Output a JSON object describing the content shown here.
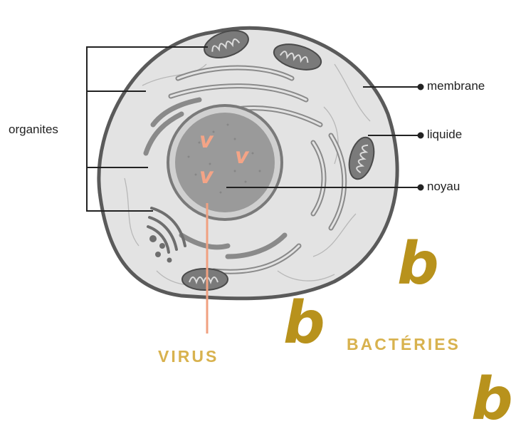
{
  "labels": {
    "organites": "organites",
    "membrane": "membrane",
    "liquide": "liquide",
    "noyau": "noyau",
    "virus": "VIRUS",
    "bacteries": "BACTÉRIES"
  },
  "markers": {
    "virus_letter": "v",
    "bacteria_letter": "b"
  },
  "colors": {
    "membrane": "#5a5a5a",
    "cytoplasm": "#e3e3e3",
    "nucleus": "#9a9a9a",
    "virus": "#f4a486",
    "bacteria_text": "#d8b24e",
    "bacteria_mark": "#b8921c"
  }
}
